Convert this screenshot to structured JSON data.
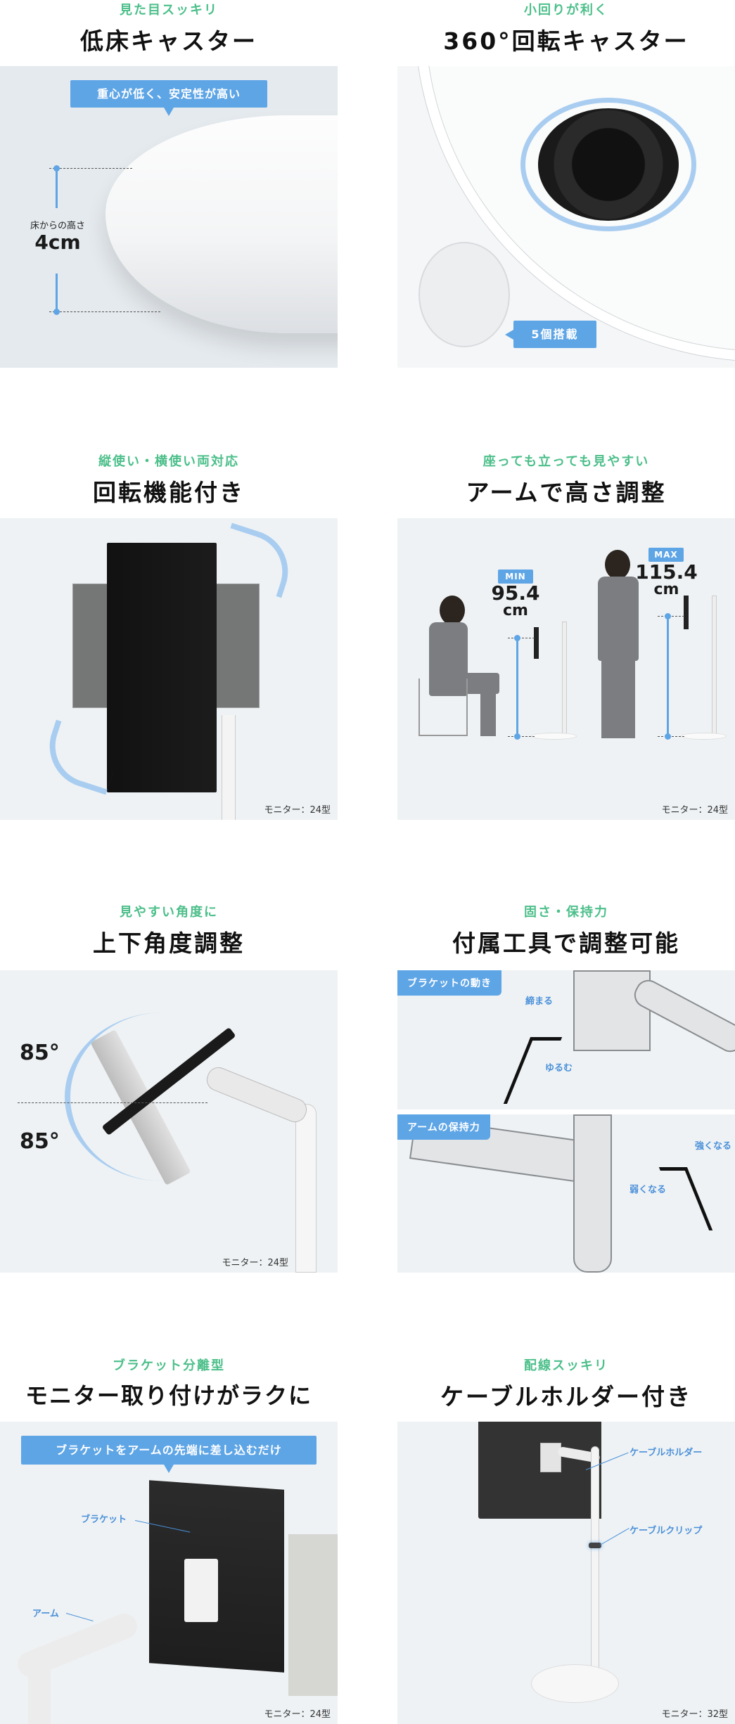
{
  "colors": {
    "accent_green": "#4cbf8a",
    "accent_blue": "#5ea5e6",
    "panel_bg": "#eef2f4"
  },
  "sections": [
    {
      "subtitle": "見た目スッキリ",
      "title": "低床キャスター",
      "callout": "重心が低く、安定性が高い",
      "measure_label": "床からの高さ",
      "measure_value": "4cm"
    },
    {
      "subtitle": "小回りが利く",
      "title": "360°回転キャスター",
      "callout": "5個搭載"
    },
    {
      "subtitle": "縦使い・横使い両対応",
      "title": "回転機能付き",
      "note": "モニター：24型"
    },
    {
      "subtitle": "座っても立っても見やすい",
      "title": "アームで高さ調整",
      "min_label": "MIN",
      "min_value": "95.4",
      "min_unit": "cm",
      "max_label": "MAX",
      "max_value": "115.4",
      "max_unit": "cm",
      "note": "モニター：24型"
    },
    {
      "subtitle": "見やすい角度に",
      "title": "上下角度調整",
      "angle_up": "85°",
      "angle_down": "85°",
      "note": "モニター：24型"
    },
    {
      "subtitle": "固さ・保持力",
      "title": "付属工具で調整可能",
      "panel_a": {
        "tag": "ブラケットの動き",
        "tighten": "締まる",
        "loosen": "ゆるむ"
      },
      "panel_b": {
        "tag": "アームの保持力",
        "stronger": "強くなる",
        "weaker": "弱くなる"
      }
    },
    {
      "subtitle": "ブラケット分離型",
      "title": "モニター取り付けがラクに",
      "callout": "ブラケットをアームの先端に差し込むだけ",
      "label_bracket": "ブラケット",
      "label_arm": "アーム",
      "note": "モニター：24型"
    },
    {
      "subtitle": "配線スッキリ",
      "title": "ケーブルホルダー付き",
      "label_holder": "ケーブルホルダー",
      "label_clip": "ケーブルクリップ",
      "note": "モニター：32型"
    }
  ]
}
